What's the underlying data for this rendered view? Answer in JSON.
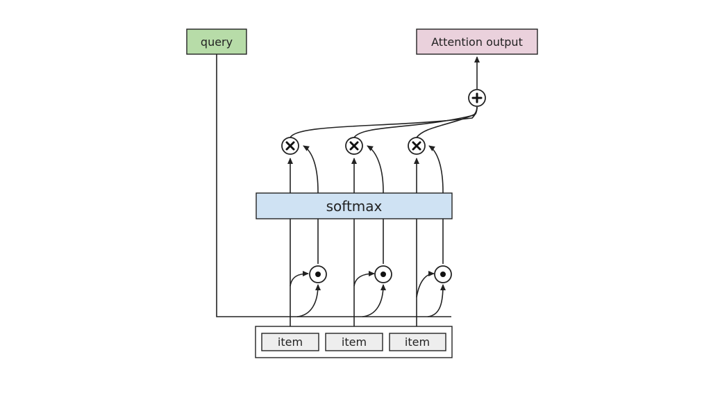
{
  "diagram": {
    "query_label": "query",
    "output_label": "Attention output",
    "softmax_label": "softmax",
    "items": [
      "item",
      "item",
      "item"
    ],
    "operators": {
      "dot_product": "dot-product-icon",
      "multiply": "multiply-icon",
      "sum": "sum-icon"
    },
    "colors": {
      "query_fill": "#b7dca8",
      "output_fill": "#ead1dc",
      "softmax_fill": "#cfe2f3",
      "item_fill": "#eeeeee",
      "stroke": "#222222"
    }
  }
}
